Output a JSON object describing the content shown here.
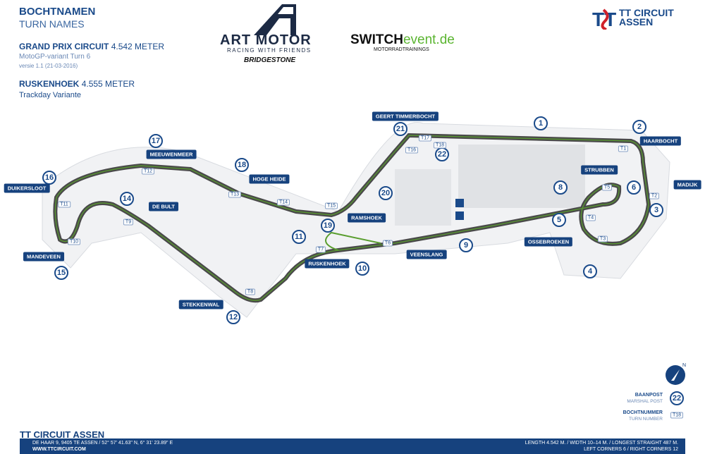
{
  "header": {
    "title": "BOCHTNAMEN",
    "subtitle": "TURN NAMES",
    "gp_label": "GRAND PRIX CIRCUIT",
    "gp_length": "4.542 METER",
    "gp_variant": "MotoGP-variant Turn 6",
    "gp_version": "versie 1.1 (21-03-2016)",
    "rk_label": "RUSKENHOEK",
    "rk_length": "4.555 METER",
    "rk_variant": "Trackday Variante"
  },
  "sponsors": {
    "artmotor": "ART MOTOR",
    "artmotor_tag": "RACING WITH FRIENDS",
    "bridgestone": "BRIDGESTONE",
    "switch": "SWITCH",
    "switch_domain": "event.de",
    "switch_tag": "MOTORRADTRAININGS",
    "circuit_logo": "TT CIRCUIT ASSEN"
  },
  "markers": [
    "1",
    "2",
    "3",
    "4",
    "5",
    "6",
    "8",
    "9",
    "10",
    "11",
    "12",
    "14",
    "15",
    "16",
    "17",
    "18",
    "19",
    "20",
    "21",
    "22"
  ],
  "turn_numbers": [
    "T1",
    "T2",
    "T3",
    "T4",
    "T5",
    "T6",
    "T7",
    "T8",
    "T9",
    "T10",
    "T11",
    "T12",
    "T13",
    "T14",
    "T15",
    "T16",
    "T17",
    "T18"
  ],
  "corner_names": [
    "GEERT TIMMERBOCHT",
    "HAARBOCHT",
    "STRUBBEN",
    "MADIJK",
    "OSSEBROEKEN",
    "VEENSLANG",
    "RUSKENHOEK",
    "RAMSHOEK",
    "HOGE HEIDE",
    "DE BULT",
    "MEEUWENMEER",
    "DUIKERSLOOT",
    "MANDEVEEN",
    "STEKKENWAL"
  ],
  "legend": {
    "marshal_nl": "BAANPOST",
    "marshal_en": "MARSHAL POST",
    "marshal_example": "22",
    "turn_nl": "BOCHTNUMMER",
    "turn_en": "TURN NUMBER",
    "turn_example": "T18"
  },
  "footer": {
    "name": "TT CIRCUIT ASSEN",
    "address": "DE HAAR 9, 9405 TE ASSEN / 52° 57' 41.63\" N, 6° 31' 23.89\" E",
    "url": "WWW.TTCIRCUIT.COM",
    "stats1": "LENGTH 4.542 M. / WIDTH 10–14 M. / LONGEST STRAIGHT 487 M.",
    "stats2": "LEFT CORNERS 6 / RIGHT CORNERS 12"
  },
  "colors": {
    "brand": "#16427e",
    "track": "#555555",
    "variant": "#5a9e2f"
  }
}
